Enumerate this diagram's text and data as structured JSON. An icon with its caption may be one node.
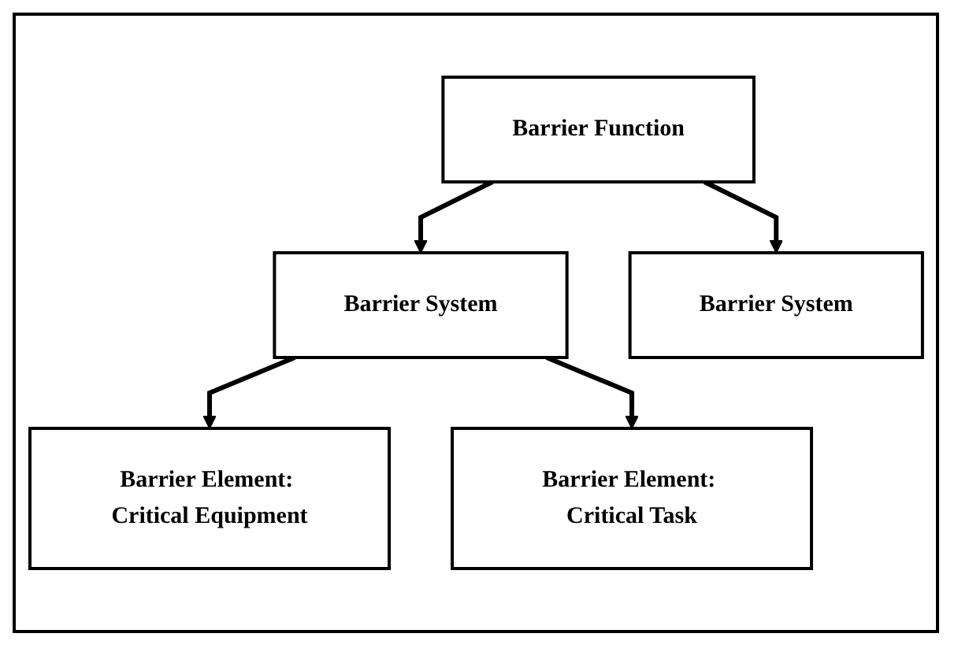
{
  "diagram": {
    "nodes": [
      {
        "text": [
          "Barrier Function"
        ]
      },
      {
        "text": [
          "Barrier System"
        ]
      },
      {
        "text": [
          "Barrier System"
        ]
      },
      {
        "text": [
          "Barrier Element: Critical Equipment"
        ]
      },
      {
        "text": [
          "Barrier Element: Critical Task"
        ]
      }
    ],
    "edges": [
      {
        "from": 0,
        "to": 1,
        "arrow": "to"
      },
      {
        "from": 0,
        "to": 2,
        "arrow": "to"
      },
      {
        "from": 1,
        "to": 3,
        "arrow": "to"
      },
      {
        "from": 1,
        "to": 4,
        "arrow": "to"
      }
    ]
  }
}
